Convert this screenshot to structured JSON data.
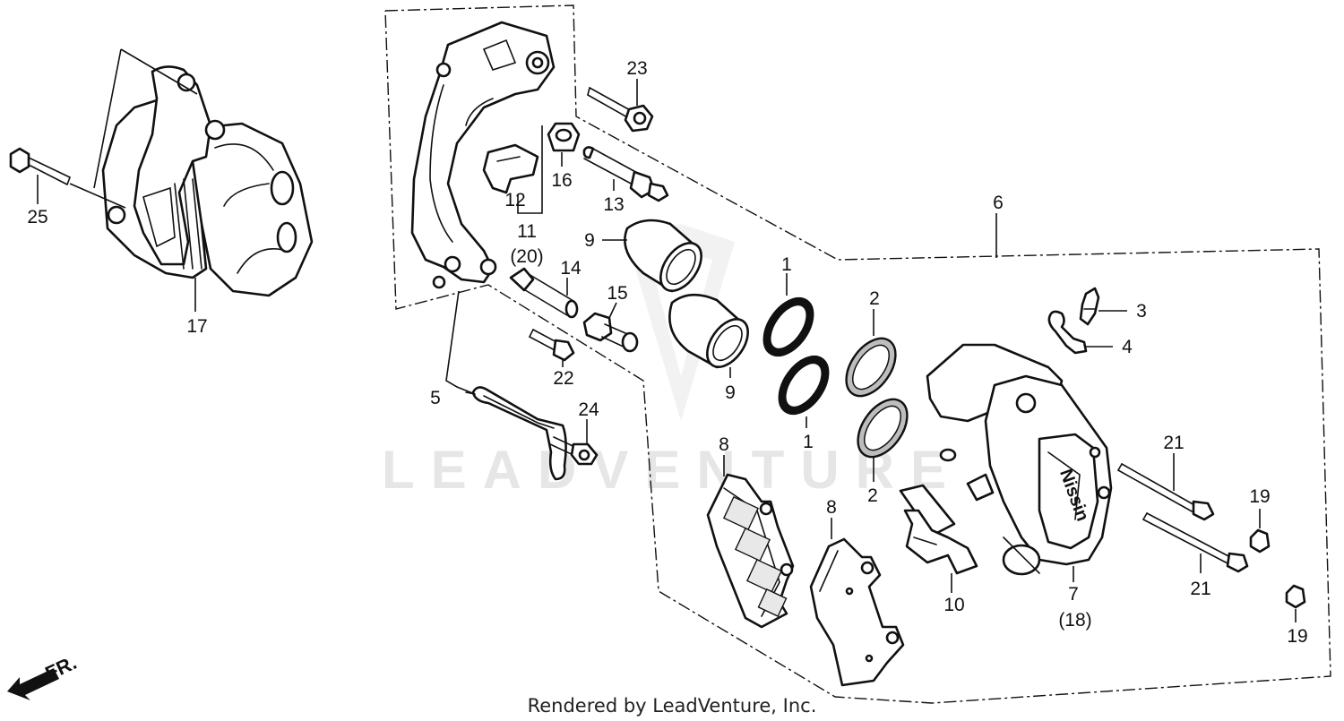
{
  "watermark": "LEADVENTURE",
  "footer": "Rendered by LeadVenture, Inc.",
  "direction_label": "FR.",
  "callouts": [
    "23",
    "16",
    "13",
    "12",
    "11",
    "(20)",
    "14",
    "15",
    "22",
    "5",
    "24",
    "9",
    "9",
    "1",
    "1",
    "2",
    "2",
    "3",
    "4",
    "6",
    "8",
    "8",
    "10",
    "7",
    "(18)",
    "21",
    "21",
    "19",
    "19",
    "25",
    "17"
  ]
}
